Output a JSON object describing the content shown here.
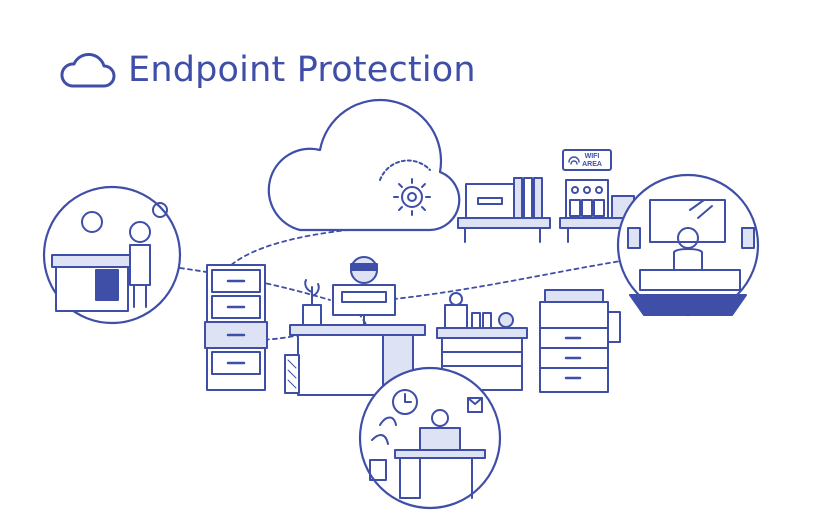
{
  "header": {
    "title": "Endpoint Protection",
    "icon": "cloud-icon"
  },
  "signs": {
    "wifi_line1": "WIFI",
    "wifi_line2": "AREA"
  },
  "colors": {
    "primary": "#3f4fa8",
    "light": "#dde3f4",
    "mid": "#9aa7d8",
    "white": "#ffffff"
  }
}
